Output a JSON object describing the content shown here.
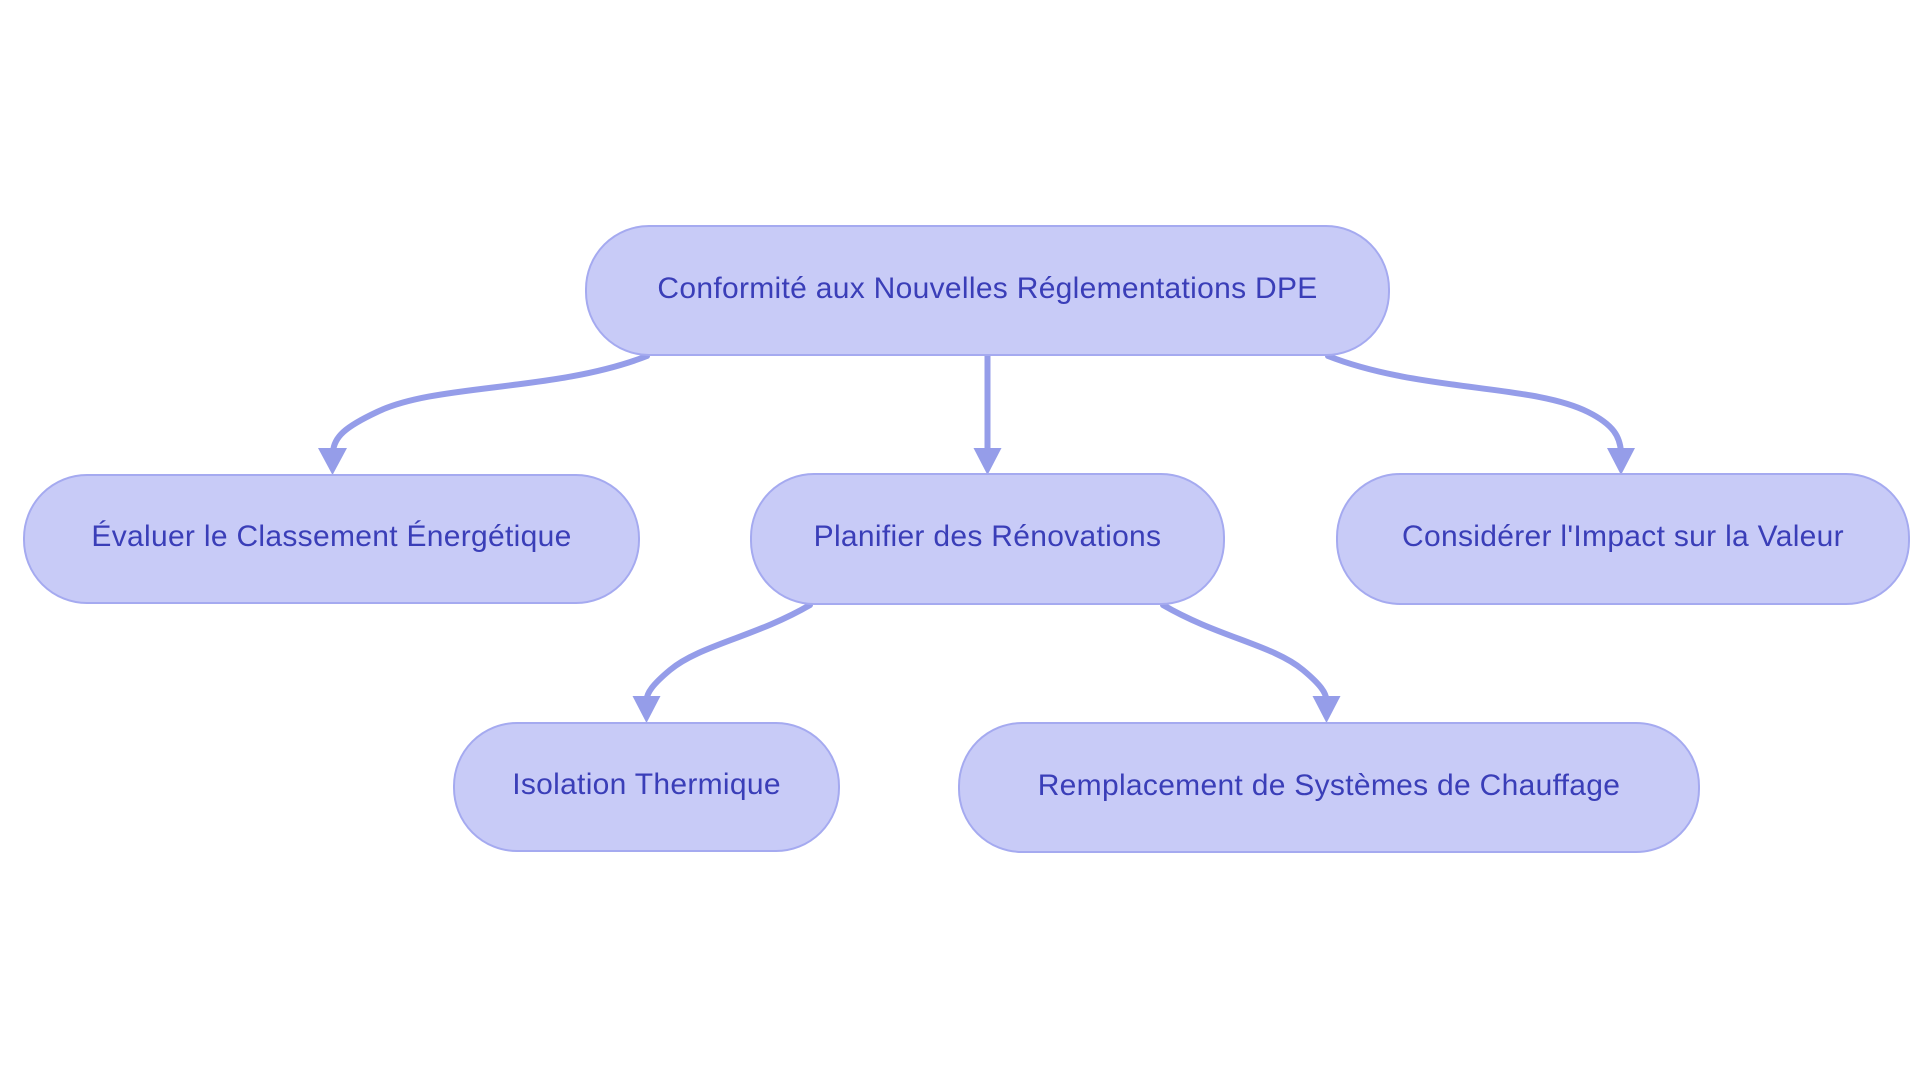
{
  "diagram": {
    "type": "flowchart-top-down",
    "colors": {
      "node_fill": "#c8cbf7",
      "node_border": "#a5aaf0",
      "edge": "#959de9",
      "text": "#3a3eb8",
      "background": "#ffffff"
    },
    "nodes": {
      "root": {
        "label": "Conformité aux Nouvelles Réglementations DPE"
      },
      "evaluate": {
        "label": "Évaluer le Classement Énergétique"
      },
      "plan": {
        "label": "Planifier des Rénovations"
      },
      "value": {
        "label": "Considérer l'Impact sur la Valeur"
      },
      "insulation": {
        "label": "Isolation Thermique"
      },
      "heating": {
        "label": "Remplacement de Systèmes de Chauffage"
      }
    },
    "edges": [
      {
        "from": "root",
        "to": "evaluate"
      },
      {
        "from": "root",
        "to": "plan"
      },
      {
        "from": "root",
        "to": "value"
      },
      {
        "from": "plan",
        "to": "insulation"
      },
      {
        "from": "plan",
        "to": "heating"
      }
    ]
  }
}
